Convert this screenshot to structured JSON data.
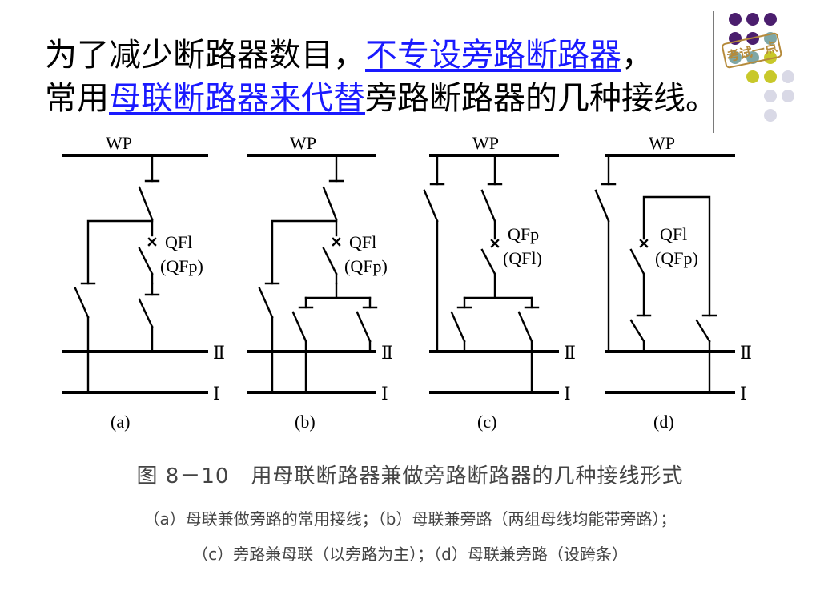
{
  "slide": {
    "line1": {
      "plain": "为了减少断路器数目，",
      "link": "不专设旁路断路器",
      "end": "，"
    },
    "line2": {
      "plain_start": "常用",
      "link": "母联断路器来代替",
      "plain_end": "旁路断路器的几种接线。"
    },
    "link_color": "#1a1aff"
  },
  "decoration": {
    "dot_colors": [
      "#4b1e6e",
      "#7ea7a6",
      "#c8c82a",
      "#d9d9e6"
    ],
    "stamp_text": "考试一点"
  },
  "diagram": {
    "bus_top_label": "WP",
    "bus_ii_label": "Ⅱ",
    "bus_i_label": "Ⅰ",
    "panels": [
      {
        "id": "a",
        "label": "(a)",
        "breaker_label_1": "QFl",
        "breaker_label_2": "(QFp)"
      },
      {
        "id": "b",
        "label": "(b)",
        "breaker_label_1": "QFl",
        "breaker_label_2": "(QFp)"
      },
      {
        "id": "c",
        "label": "(c)",
        "breaker_label_1": "QFp",
        "breaker_label_2": "(QFl)"
      },
      {
        "id": "d",
        "label": "(d)",
        "breaker_label_1": "QFl",
        "breaker_label_2": "(QFp)"
      }
    ]
  },
  "caption": {
    "title": "图 8－10　用母联断路器兼做旁路断路器的几种接线形式",
    "line2": "（a）母联兼做旁路的常用接线；（b）母联兼旁路（两组母线均能带旁路）；",
    "line3": "（c）旁路兼母联（以旁路为主）；（d）母联兼旁路（设跨条）"
  }
}
